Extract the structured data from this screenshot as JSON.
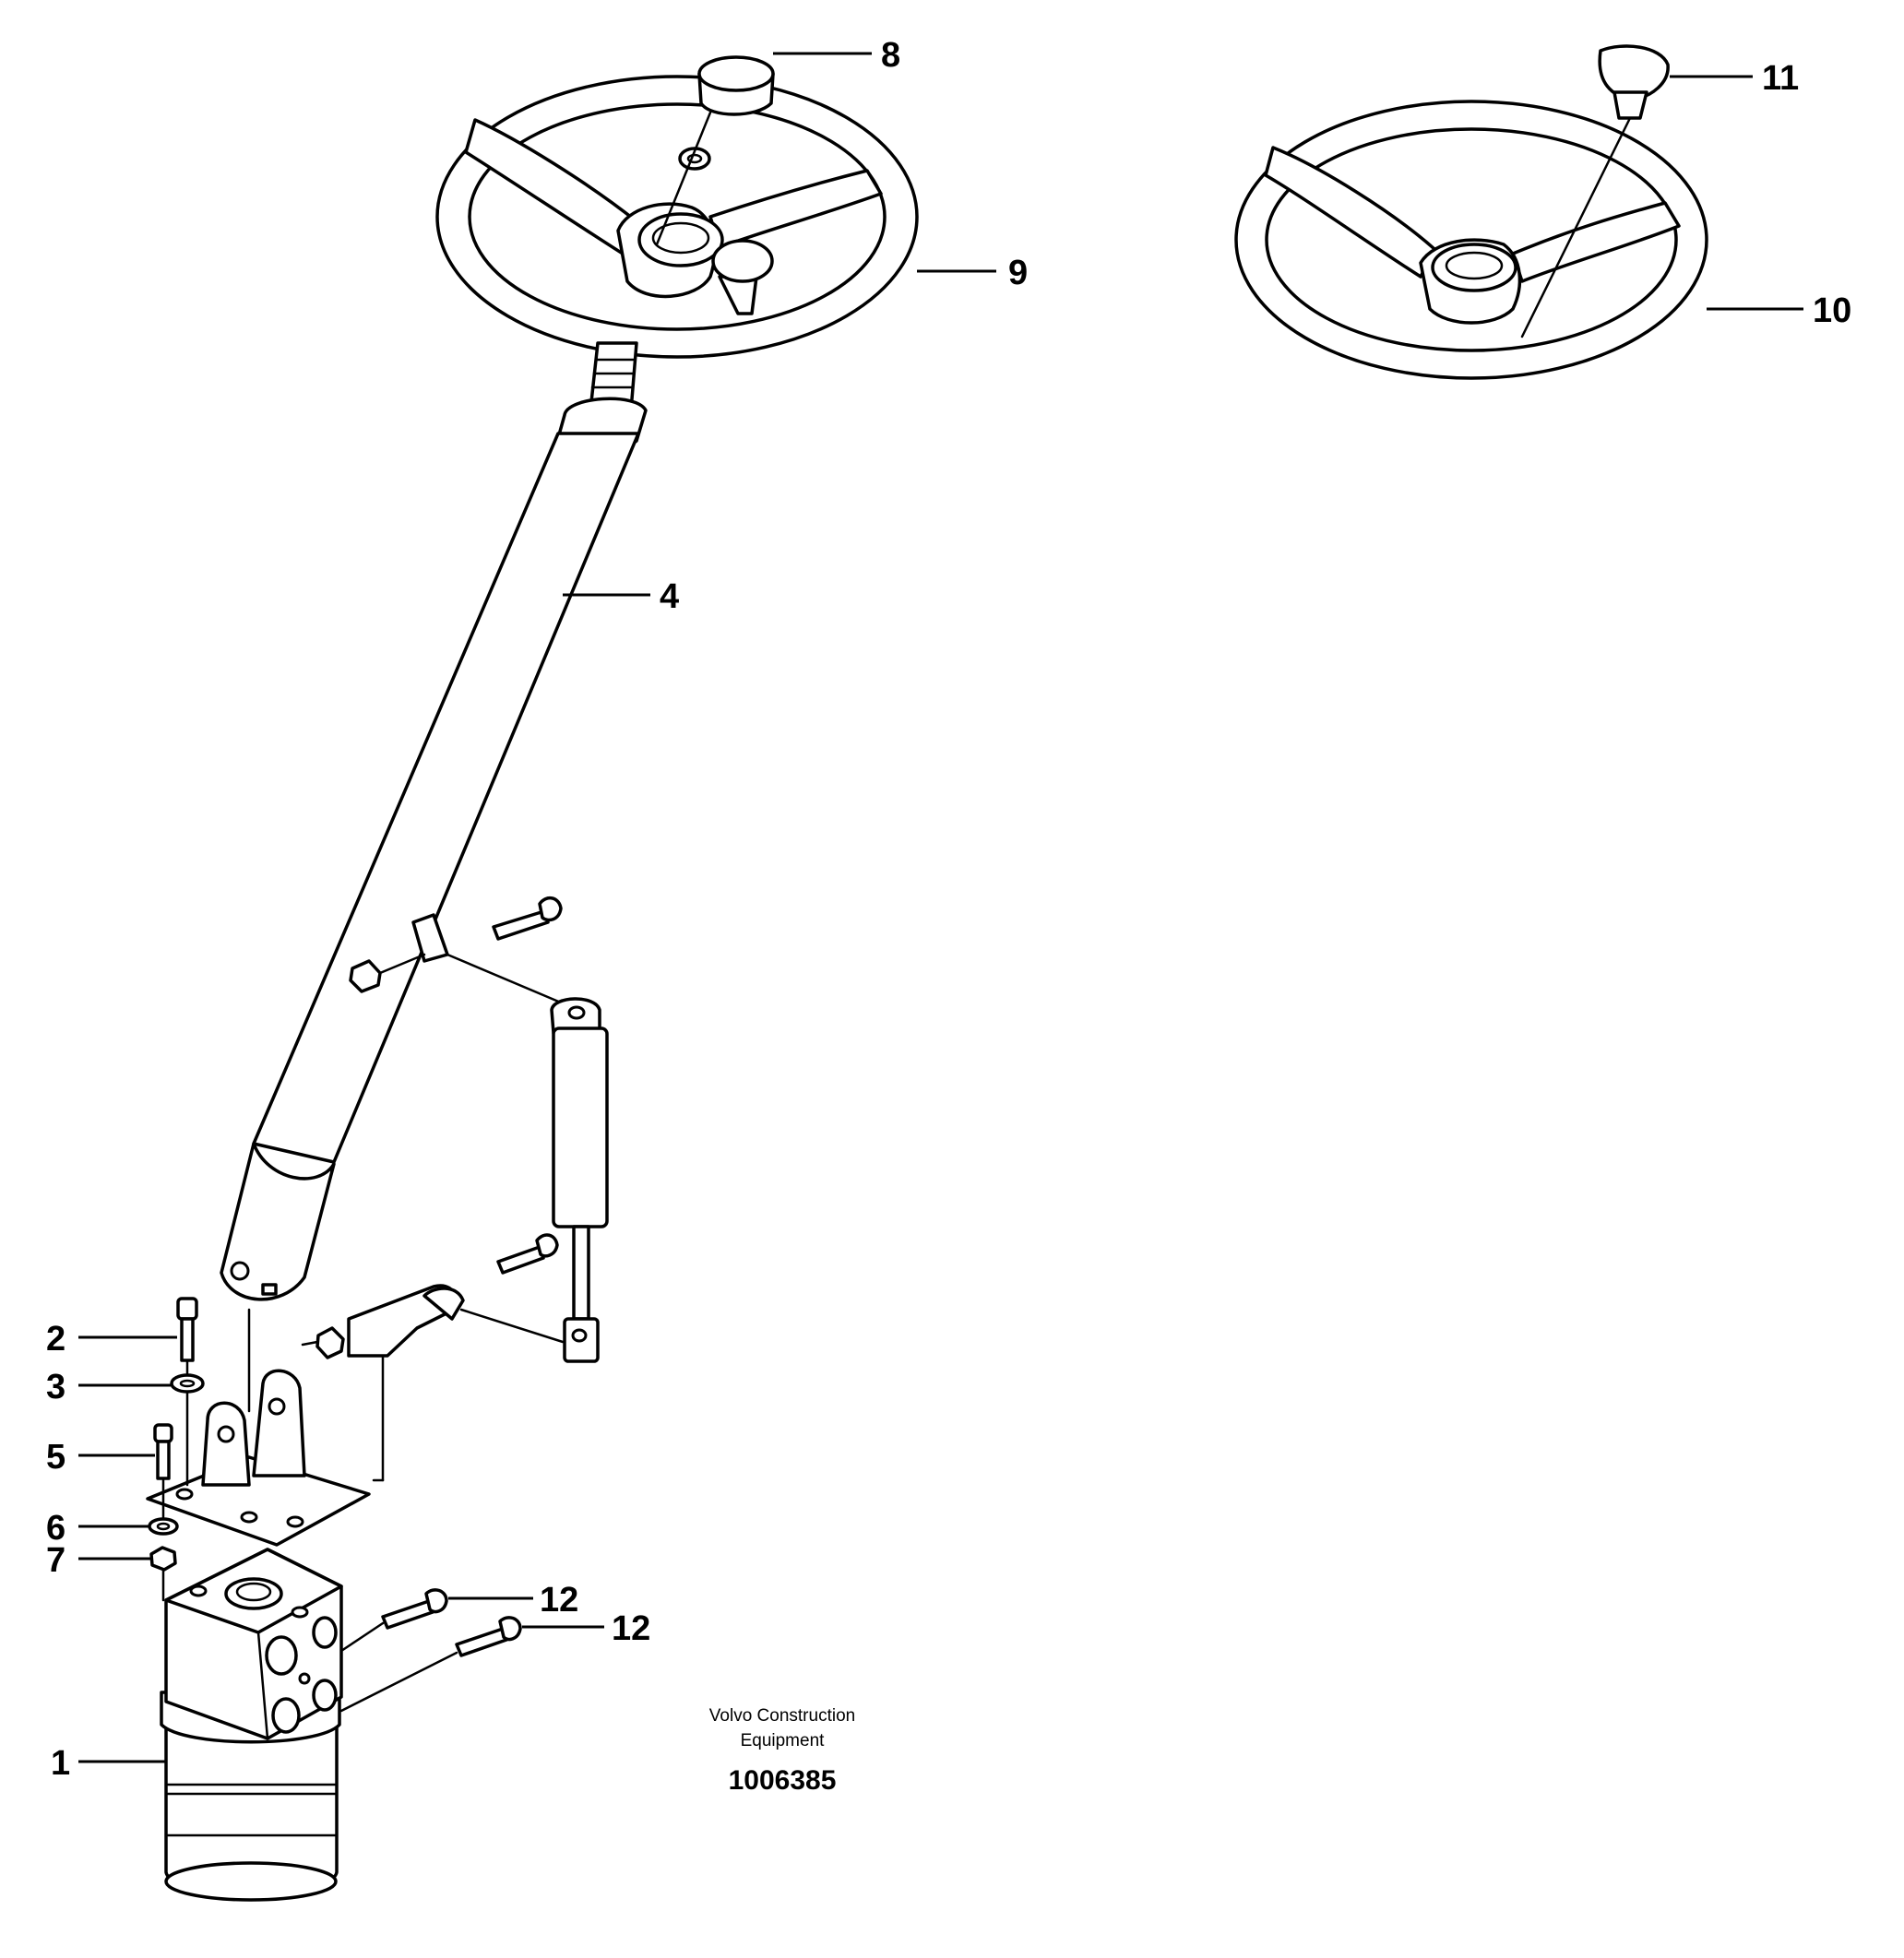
{
  "callouts": [
    {
      "id": "1",
      "label": "1"
    },
    {
      "id": "2",
      "label": "2"
    },
    {
      "id": "3",
      "label": "3"
    },
    {
      "id": "4",
      "label": "4"
    },
    {
      "id": "5",
      "label": "5"
    },
    {
      "id": "6",
      "label": "6"
    },
    {
      "id": "7",
      "label": "7"
    },
    {
      "id": "8",
      "label": "8"
    },
    {
      "id": "9",
      "label": "9"
    },
    {
      "id": "10",
      "label": "10"
    },
    {
      "id": "11",
      "label": "11"
    },
    {
      "id": "12a",
      "label": "12"
    },
    {
      "id": "12b",
      "label": "12"
    }
  ],
  "credit": {
    "line1": "Volvo Construction",
    "line2": "Equipment",
    "number": "1006385"
  }
}
